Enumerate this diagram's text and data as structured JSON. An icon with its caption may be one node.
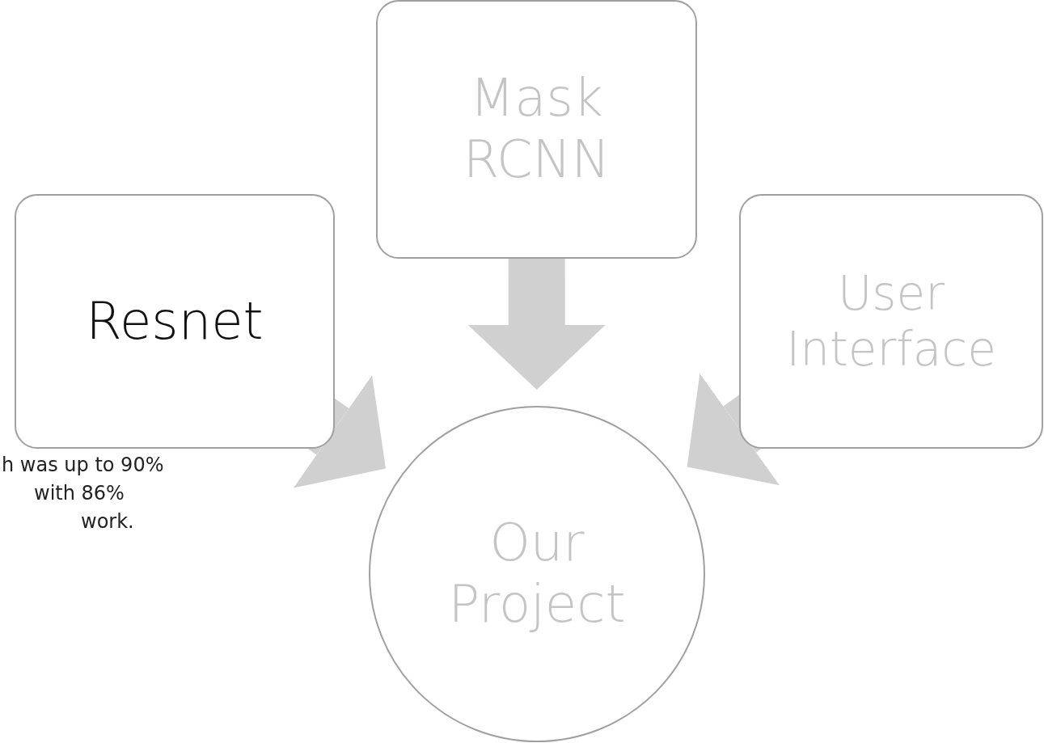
{
  "diagram": {
    "nodes": [
      {
        "text": [
          "Mask RCNN"
        ]
      },
      {
        "text": [
          "Resnet"
        ]
      },
      {
        "text": [
          "User Interface"
        ]
      },
      {
        "text": [
          "Our Project"
        ]
      }
    ],
    "edges": [
      {
        "from": 1,
        "to": 3,
        "arrow": "to"
      },
      {
        "from": 0,
        "to": 3,
        "arrow": "to"
      },
      {
        "from": 2,
        "to": 3,
        "arrow": "to"
      }
    ],
    "labels": [
      "h was up to 90%",
      "with 86%",
      "work."
    ]
  }
}
